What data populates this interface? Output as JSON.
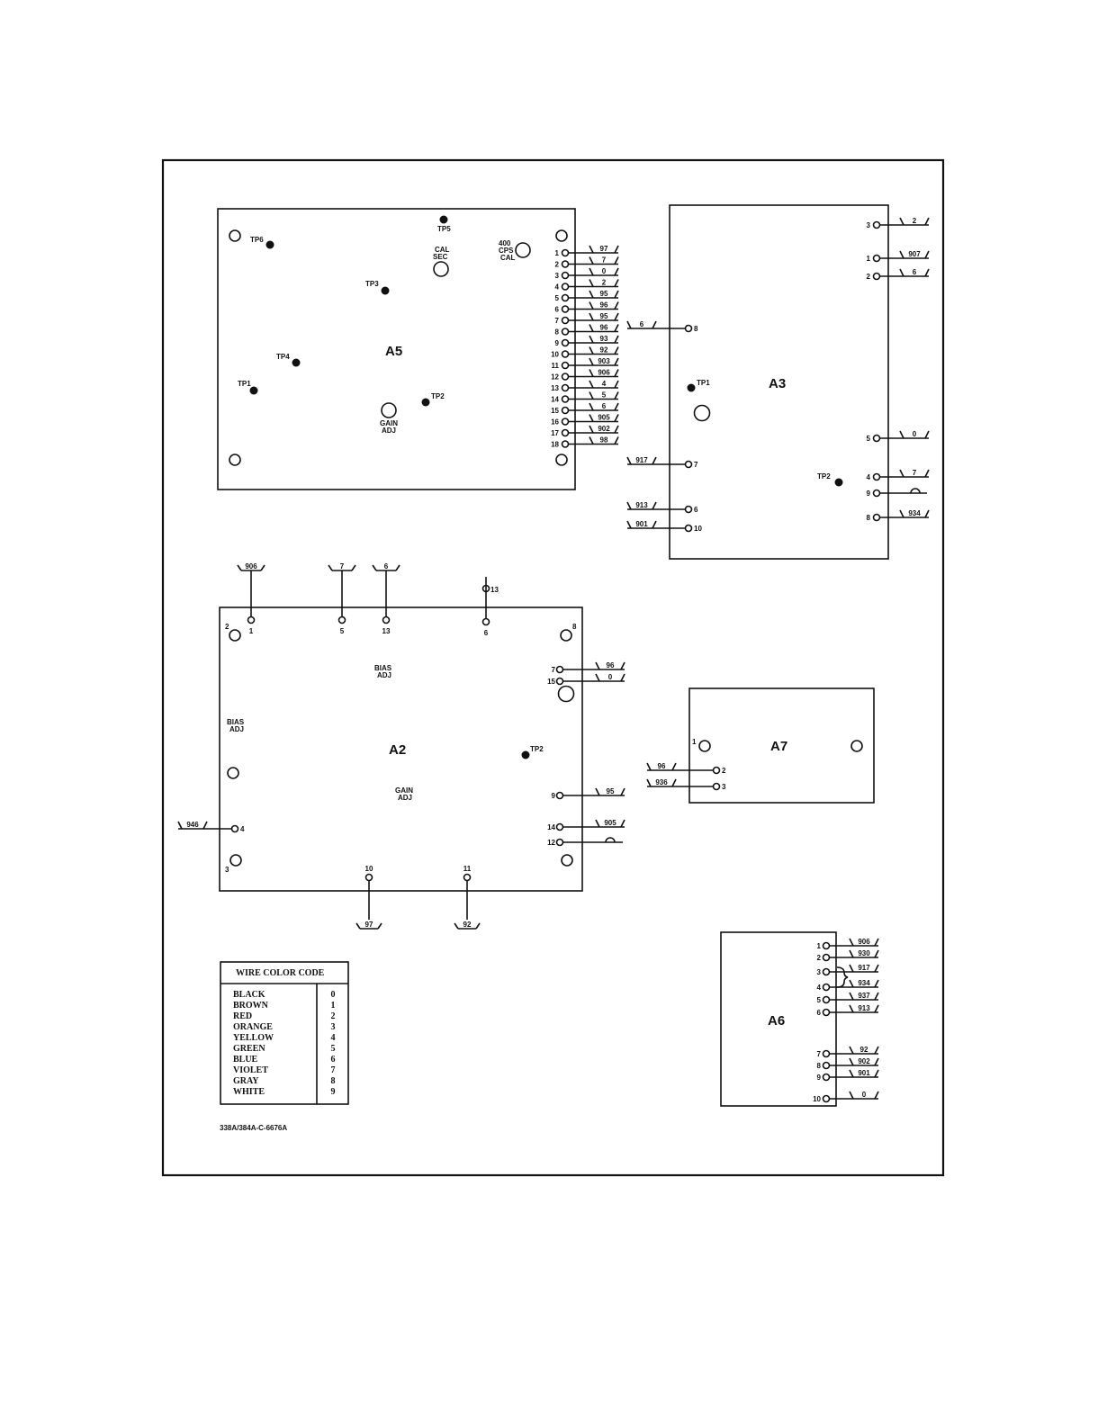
{
  "modules": {
    "a5": {
      "name": "A5",
      "tp6": "TP6",
      "tp5": "TP5",
      "tp3": "TP3",
      "tp4": "TP4",
      "tp1": "TP1",
      "tp2": "TP2",
      "cal_sec": [
        "CAL",
        "SEC"
      ],
      "cps_cal": [
        "400",
        "CPS",
        "CAL"
      ],
      "gain_adj": [
        "GAIN",
        "ADJ"
      ],
      "pins": [
        "1",
        "2",
        "3",
        "4",
        "5",
        "6",
        "7",
        "8",
        "9",
        "10",
        "11",
        "12",
        "13",
        "14",
        "15",
        "16",
        "17",
        "18"
      ],
      "wires": [
        "97",
        "7",
        "0",
        "2",
        "95",
        "96",
        "95",
        "96",
        "93",
        "92",
        "903",
        "906",
        "4",
        "5",
        "6",
        "905",
        "902",
        "98"
      ]
    },
    "a3": {
      "name": "A3",
      "tp1": "TP1",
      "tp2": "TP2",
      "right_pins": [
        "3",
        "1",
        "2",
        "5",
        "4",
        "9",
        "8"
      ],
      "right_wires": [
        "2",
        "907",
        "6",
        "0",
        "7",
        "",
        "934"
      ],
      "left_pins": [
        "8",
        "7",
        "6",
        "10"
      ],
      "left_wires": [
        "6",
        "917",
        "913",
        "901"
      ]
    },
    "a2": {
      "name": "A2",
      "tp2": "TP2",
      "bias_adj_center": [
        "BIAS",
        "ADJ"
      ],
      "bias_adj_left": [
        "BIAS",
        "ADJ"
      ],
      "gain_adj": [
        "GAIN",
        "ADJ"
      ],
      "corner_labels": [
        "2",
        "8",
        "3"
      ],
      "top_pins": [
        "1",
        "5",
        "13",
        "6"
      ],
      "top_wires": [
        "906",
        "7",
        "6",
        ""
      ],
      "top_extra": "13",
      "right_pins": [
        "7",
        "15",
        "9",
        "14",
        "12"
      ],
      "right_wires": [
        "96",
        "0",
        "95",
        "905",
        ""
      ],
      "left_pin": "4",
      "left_wire": "946",
      "bottom_pins": [
        "10",
        "11"
      ],
      "bottom_wires": [
        "97",
        "92"
      ]
    },
    "a7": {
      "name": "A7",
      "corner": "1",
      "pins": [
        "2",
        "3"
      ],
      "wires": [
        "96",
        "936"
      ]
    },
    "a6": {
      "name": "A6",
      "pins": [
        "1",
        "2",
        "3",
        "4",
        "5",
        "6",
        "7",
        "8",
        "9",
        "10"
      ],
      "wires": [
        "906",
        "930",
        "917",
        "934",
        "937",
        "913",
        "92",
        "902",
        "901",
        "0"
      ]
    }
  },
  "legend": {
    "title": "WIRE COLOR CODE",
    "colors": [
      "BLACK",
      "BROWN",
      "RED",
      "ORANGE",
      "YELLOW",
      "GREEN",
      "BLUE",
      "VIOLET",
      "GRAY",
      "WHITE"
    ],
    "codes": [
      "0",
      "1",
      "2",
      "3",
      "4",
      "5",
      "6",
      "7",
      "8",
      "9"
    ]
  },
  "figure_id": "338A/384A-C-6676A"
}
